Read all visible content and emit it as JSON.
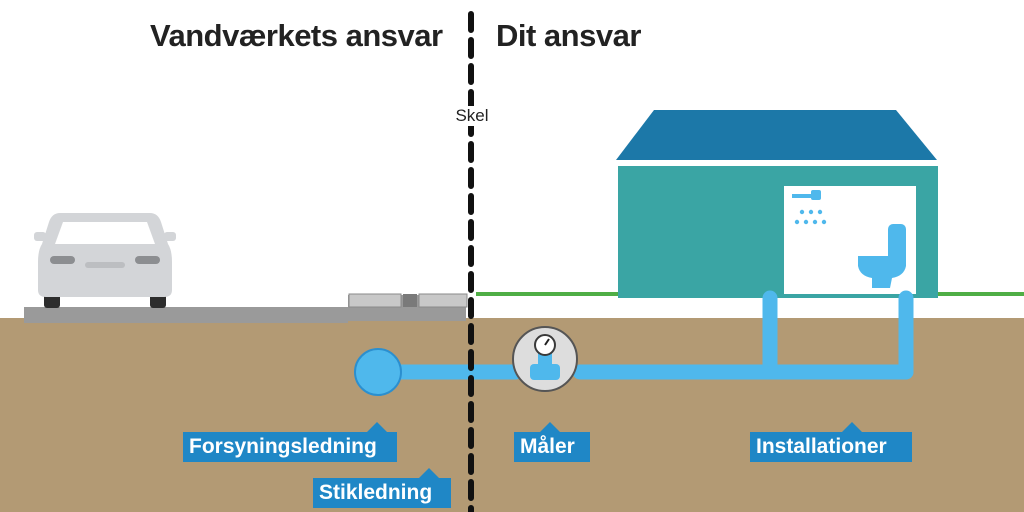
{
  "headings": {
    "left": "Vandværkets ansvar",
    "right": "Dit ansvar"
  },
  "boundary": {
    "label": "Skel"
  },
  "labels": {
    "supply_main": "Forsyningsledning",
    "service_pipe": "Stikledning",
    "meter": "Måler",
    "installations": "Installationer"
  },
  "colors": {
    "soil": "#b39a74",
    "grass": "#4fae45",
    "road": "#9a9a9a",
    "pipe": "#4fb8ec",
    "label_bg": "#1f87c6",
    "house_wall": "#3aa5a4",
    "roof": "#1c78a8",
    "car": "#d3d5d8",
    "boundary_line": "#111111"
  },
  "icons": [
    "car-icon",
    "house-icon",
    "shower-icon",
    "toilet-icon",
    "water-meter-icon"
  ]
}
